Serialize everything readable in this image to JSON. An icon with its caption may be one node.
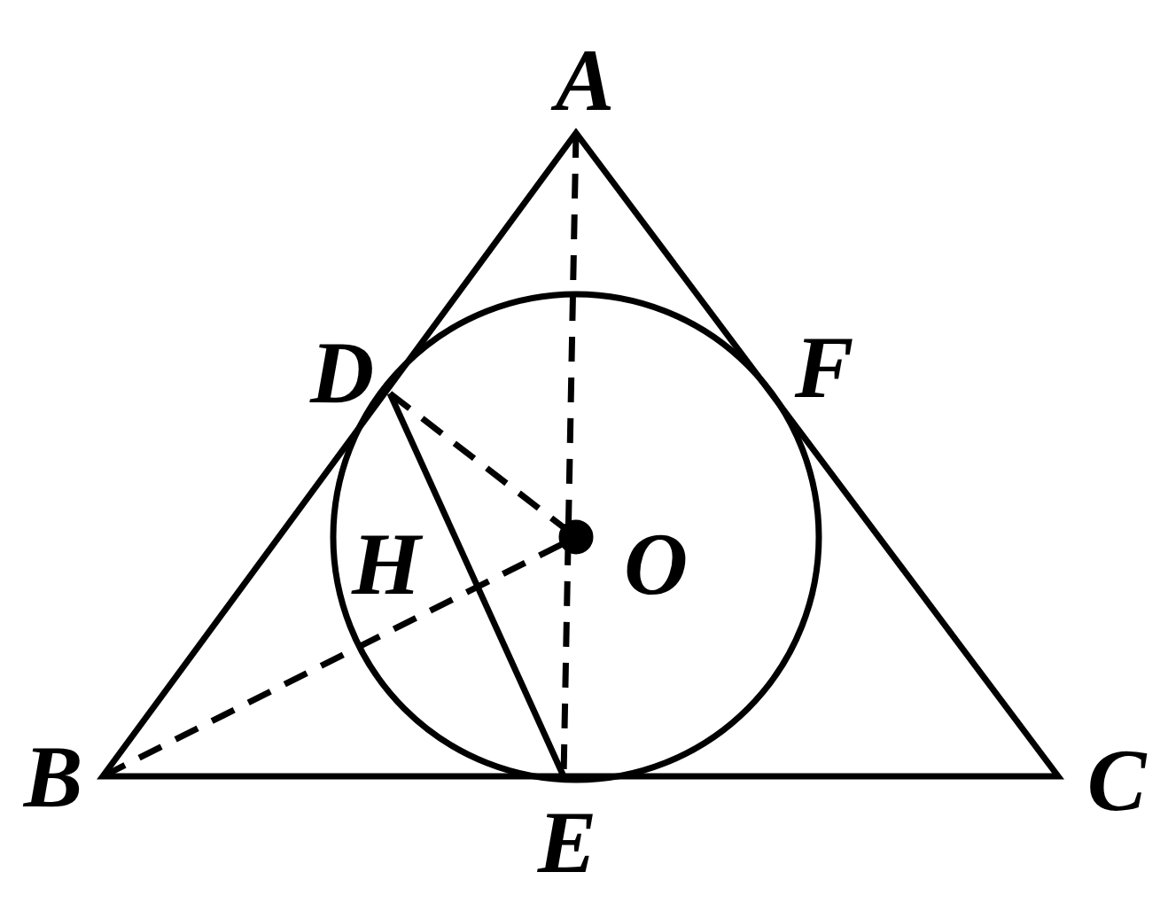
{
  "diagram": {
    "labels": [
      "A",
      "D",
      "F",
      "H",
      "O",
      "B",
      "E",
      "C"
    ]
  }
}
